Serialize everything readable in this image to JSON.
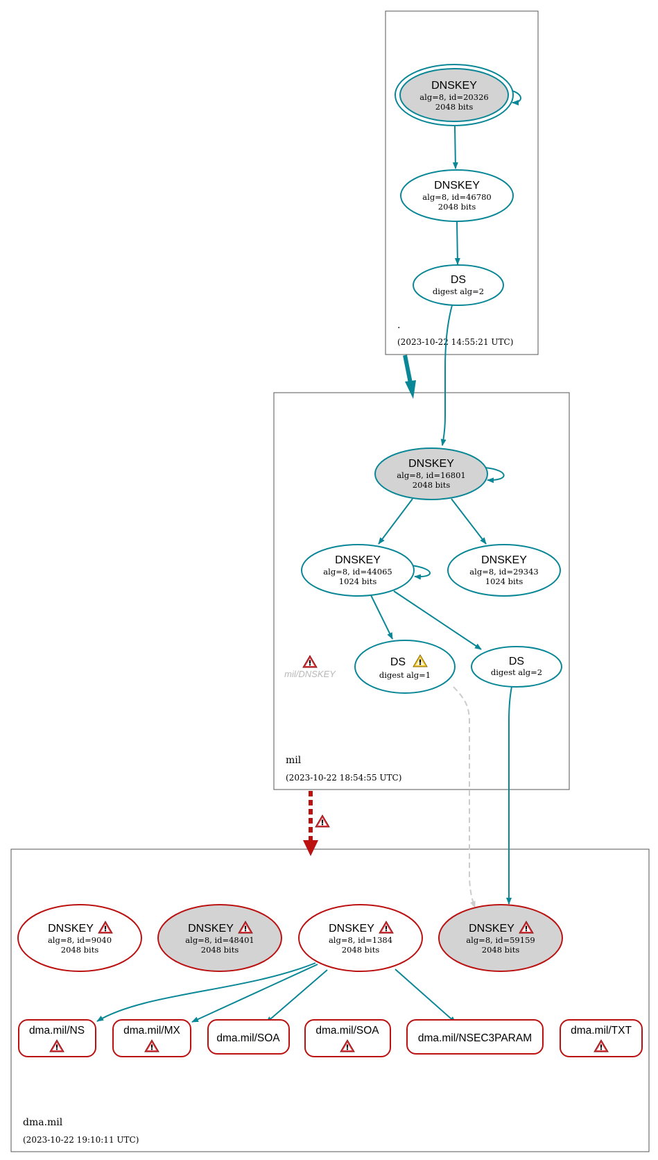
{
  "zones": {
    "root": {
      "name": ".",
      "time": "(2023-10-22 14:55:21 UTC)"
    },
    "mil": {
      "name": "mil",
      "time": "(2023-10-22 18:54:55 UTC)"
    },
    "dma": {
      "name": "dma.mil",
      "time": "(2023-10-22 19:10:11 UTC)"
    }
  },
  "nodes": {
    "root_ksk": {
      "title": "DNSKEY",
      "line1": "alg=8, id=20326",
      "line2": "2048 bits"
    },
    "root_zsk": {
      "title": "DNSKEY",
      "line1": "alg=8, id=46780",
      "line2": "2048 bits"
    },
    "root_ds": {
      "title": "DS",
      "line1": "digest alg=2"
    },
    "mil_ksk": {
      "title": "DNSKEY",
      "line1": "alg=8, id=16801",
      "line2": "2048 bits"
    },
    "mil_zsk1": {
      "title": "DNSKEY",
      "line1": "alg=8, id=44065",
      "line2": "1024 bits"
    },
    "mil_zsk2": {
      "title": "DNSKEY",
      "line1": "alg=8, id=29343",
      "line2": "1024 bits"
    },
    "mil_ds1": {
      "title": "DS",
      "line1": "digest alg=1"
    },
    "mil_ds2": {
      "title": "DS",
      "line1": "digest alg=2"
    },
    "mil_err": {
      "label": "mil/DNSKEY"
    },
    "dma_k1": {
      "title": "DNSKEY",
      "line1": "alg=8, id=9040",
      "line2": "2048 bits"
    },
    "dma_k2": {
      "title": "DNSKEY",
      "line1": "alg=8, id=48401",
      "line2": "2048 bits"
    },
    "dma_k3": {
      "title": "DNSKEY",
      "line1": "alg=8, id=1384",
      "line2": "2048 bits"
    },
    "dma_k4": {
      "title": "DNSKEY",
      "line1": "alg=8, id=59159",
      "line2": "2048 bits"
    }
  },
  "rrsets": {
    "ns": "dma.mil/NS",
    "mx": "dma.mil/MX",
    "soa1": "dma.mil/SOA",
    "soa2": "dma.mil/SOA",
    "nsec3param": "dma.mil/NSEC3PARAM",
    "txt": "dma.mil/TXT"
  },
  "colors": {
    "secure": "#0a8796",
    "bogus": "#bb1111",
    "ksk_fill": "#d3d3d3",
    "insecure_link": "#cccccc",
    "warning_icon": "#f1c232",
    "error_icon": "#d9363e"
  },
  "icons": {
    "error": "error-triangle-icon",
    "warning": "warning-triangle-icon"
  }
}
